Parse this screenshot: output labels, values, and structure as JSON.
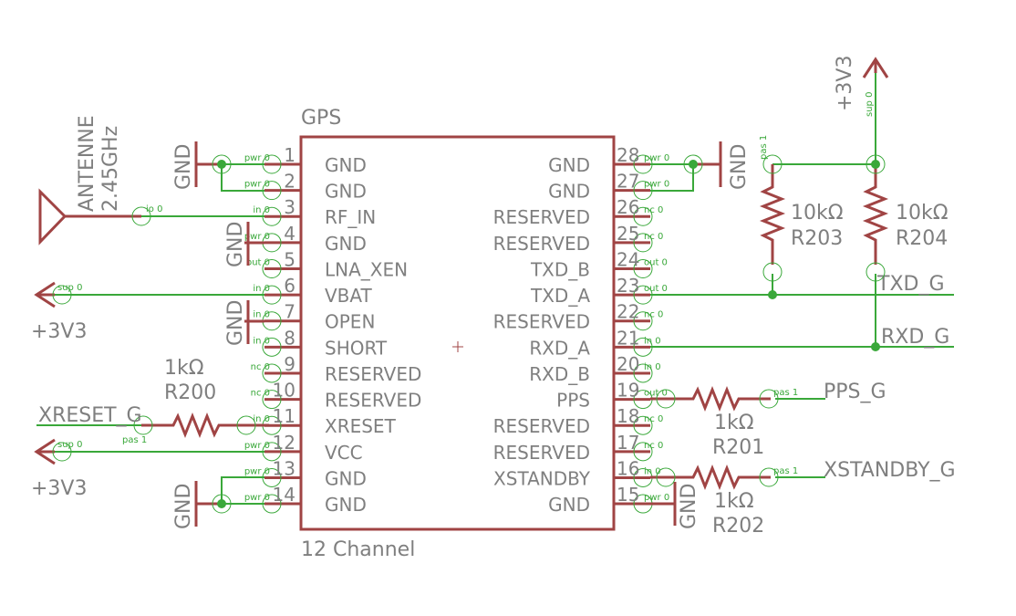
{
  "part": {
    "name": "GPS",
    "value": "12 Channel"
  },
  "left_pins": [
    {
      "num": "1",
      "name": "GND",
      "type": "pwr 0"
    },
    {
      "num": "2",
      "name": "GND",
      "type": "pwr 0"
    },
    {
      "num": "3",
      "name": "RF_IN",
      "type": "in 0"
    },
    {
      "num": "4",
      "name": "GND",
      "type": "pwr 0"
    },
    {
      "num": "5",
      "name": "LNA_XEN",
      "type": "out 0"
    },
    {
      "num": "6",
      "name": "VBAT",
      "type": "in 0"
    },
    {
      "num": "7",
      "name": "OPEN",
      "type": "in 0"
    },
    {
      "num": "8",
      "name": "SHORT",
      "type": "in 0"
    },
    {
      "num": "9",
      "name": "RESERVED",
      "type": "nc 0"
    },
    {
      "num": "10",
      "name": "RESERVED",
      "type": "nc 0"
    },
    {
      "num": "11",
      "name": "XRESET",
      "type": "in 0"
    },
    {
      "num": "12",
      "name": "VCC",
      "type": "pwr 0"
    },
    {
      "num": "13",
      "name": "GND",
      "type": "pwr 0"
    },
    {
      "num": "14",
      "name": "GND",
      "type": "pwr 0"
    }
  ],
  "right_pins": [
    {
      "num": "28",
      "name": "GND",
      "type": "pwr 0"
    },
    {
      "num": "27",
      "name": "GND",
      "type": "pwr 0"
    },
    {
      "num": "26",
      "name": "RESERVED",
      "type": "nc 0"
    },
    {
      "num": "25",
      "name": "RESERVED",
      "type": "nc 0"
    },
    {
      "num": "24",
      "name": "TXD_B",
      "type": "out 0"
    },
    {
      "num": "23",
      "name": "TXD_A",
      "type": "out 0"
    },
    {
      "num": "22",
      "name": "RESERVED",
      "type": "nc 0"
    },
    {
      "num": "21",
      "name": "RXD_A",
      "type": "in 0"
    },
    {
      "num": "20",
      "name": "RXD_B",
      "type": "in 0"
    },
    {
      "num": "19",
      "name": "PPS",
      "type": "out 0"
    },
    {
      "num": "18",
      "name": "RESERVED",
      "type": "nc 0"
    },
    {
      "num": "17",
      "name": "RESERVED",
      "type": "nc 0"
    },
    {
      "num": "16",
      "name": "XSTANDBY",
      "type": "in 0"
    },
    {
      "num": "15",
      "name": "GND",
      "type": "pwr 0"
    }
  ],
  "gnd_label": "GND",
  "supply_label": "+3V3",
  "sup_type": "sup 0",
  "pas_type": "pas 1",
  "antenna": {
    "name": "ANTENNE",
    "value": "2.45GHz",
    "type": "io 0"
  },
  "resistors": {
    "r200": {
      "name": "R200",
      "value": "1kΩ"
    },
    "r201": {
      "name": "R201",
      "value": "1kΩ"
    },
    "r202": {
      "name": "R202",
      "value": "1kΩ"
    },
    "r203": {
      "name": "R203",
      "value": "10kΩ"
    },
    "r204": {
      "name": "R204",
      "value": "10kΩ"
    }
  },
  "nets": {
    "xreset": "XRESET_G",
    "txd": "TXD_G",
    "rxd": "RXD_G",
    "pps": "PPS_G",
    "xstandby": "XSTANDBY_G"
  },
  "colors": {
    "wire": "#3aa83a",
    "symbol": "#a04444",
    "text": "#7f7f7f"
  }
}
